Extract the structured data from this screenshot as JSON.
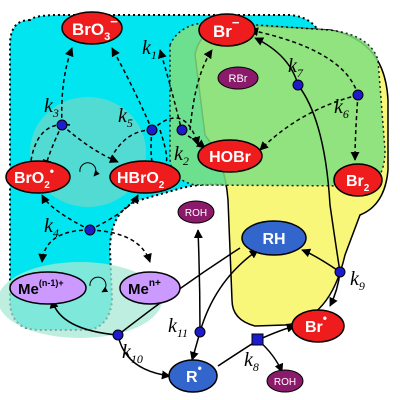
{
  "diagram": {
    "colors": {
      "cyan_region": "#00e5f0",
      "green_region": "#7fe07f",
      "yellow_region": "#f8f77a",
      "red_node": "#ee1c1c",
      "blue_node": "#3366cc",
      "purple_node": "#cc99ff",
      "magenta_node": "#8b1a6b",
      "junction": "#1c1ccc"
    },
    "species": {
      "bro3": {
        "base": "BrO",
        "sub": "3",
        "sup": "−"
      },
      "br_minus": {
        "base": "Br",
        "sup": "−"
      },
      "rbr": "RBr",
      "bro2_radical": {
        "base": "BrO",
        "sub": "2",
        "sup": "•"
      },
      "hbro2": {
        "base": "HBrO",
        "sub": "2"
      },
      "hobr": "HOBr",
      "br2": {
        "base": "Br",
        "sub": "2"
      },
      "roh_top": "ROH",
      "rh": "RH",
      "me_low": {
        "base": "Me",
        "sup": "(n-1)+"
      },
      "me_high": {
        "base": "Me",
        "sup": "n+"
      },
      "br_radical": {
        "base": "Br",
        "sup": "•"
      },
      "r_radical": {
        "base": "R",
        "sup": "•"
      },
      "roh_bottom": "ROH"
    },
    "rate_constants": {
      "k1": {
        "k": "k",
        "sub": "1"
      },
      "k2": {
        "k": "k",
        "sub": "2"
      },
      "k3": {
        "k": "k",
        "sub": "3"
      },
      "k4": {
        "k": "k",
        "sub": "4"
      },
      "k5": {
        "k": "k",
        "sub": "5"
      },
      "k6": {
        "k": "k",
        "sub": "6"
      },
      "k7": {
        "k": "k",
        "sub": "7"
      },
      "k8": {
        "k": "k",
        "sub": "8"
      },
      "k9": {
        "k": "k",
        "sub": "9"
      },
      "k10": {
        "k": "k",
        "sub": "10"
      },
      "k11": {
        "k": "k",
        "sub": "11"
      }
    }
  }
}
